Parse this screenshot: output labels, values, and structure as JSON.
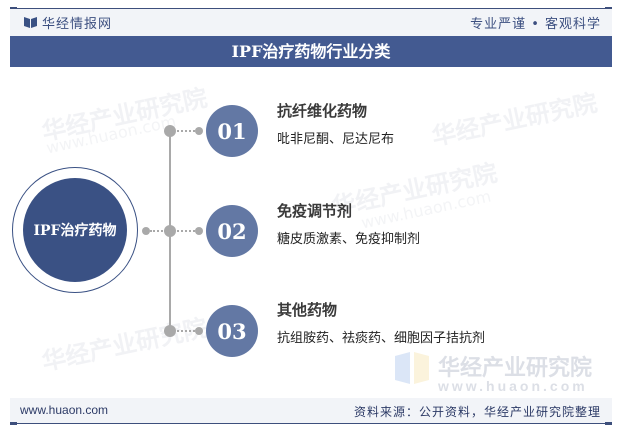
{
  "header": {
    "brand": "华经情报网",
    "slogan": "专业严谨 • 客观科学"
  },
  "title": "IPF治疗药物行业分类",
  "center_node": {
    "label": "IPF治疗药物"
  },
  "items": [
    {
      "number": "01",
      "title": "抗纤维化药物",
      "description": "吡非尼酮、尼达尼布"
    },
    {
      "number": "02",
      "title": "免疫调节剂",
      "description": "糖皮质激素、免疫抑制剂"
    },
    {
      "number": "03",
      "title": "其他药物",
      "description": "抗组胺药、祛痰药、细胞因子拮抗剂"
    }
  ],
  "watermark": {
    "text": "华经产业研究院",
    "url": "www.huaon.com"
  },
  "footer": {
    "url": "www.huaon.com",
    "source": "资料来源：公开资料，华经产业研究院整理"
  },
  "colors": {
    "primary": "#435a91",
    "center_circle": "#3a5184",
    "number_circle": "#6378a4",
    "connector": "#a9a9a9",
    "header_bg": "#f2f4f8"
  }
}
